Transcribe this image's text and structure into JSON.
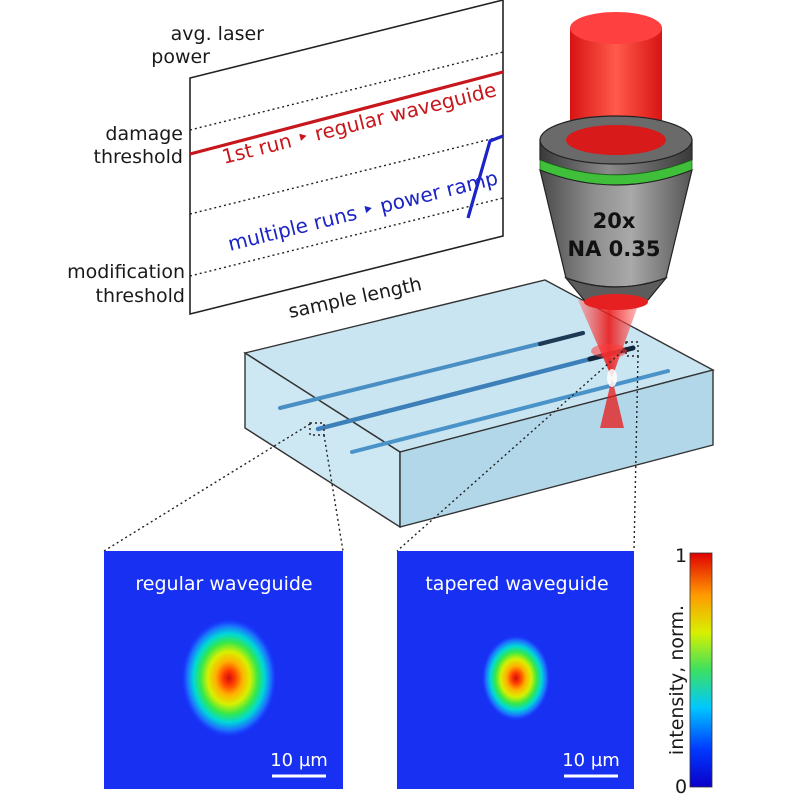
{
  "graph": {
    "y_axis_label_line1": "avg. laser",
    "y_axis_label_line2": "power",
    "damage_label_line1": "damage",
    "damage_label_line2": "threshold",
    "modification_label_line1": "modification",
    "modification_label_line2": "threshold",
    "x_axis_label": "sample length",
    "first_run_label": "1st run ‣ regular waveguide",
    "multiple_runs_label": "multiple runs ‣ power ramp",
    "first_run_color": "#c8161d",
    "ramp_color": "#1b24c4"
  },
  "objective": {
    "magnification": "20x",
    "numerical_aperture": "NA 0.35",
    "ring_color": "#3fbf3a",
    "beam_color": "#e8201e"
  },
  "panels": [
    {
      "title": "regular waveguide",
      "scale_label": "10 µm",
      "mode_size": 1.0
    },
    {
      "title": "tapered waveguide",
      "scale_label": "10 µm",
      "mode_size": 0.72
    }
  ],
  "colorbar": {
    "label": "intensity, norm.",
    "max_label": "1",
    "min_label": "0"
  }
}
